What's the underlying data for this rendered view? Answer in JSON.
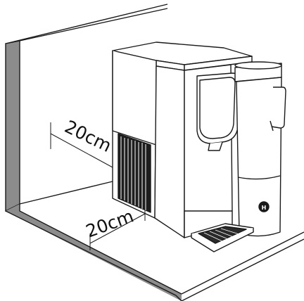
{
  "dimensions": {
    "side_clearance": "20cm",
    "back_clearance": "20cm"
  },
  "colors": {
    "ink": "#1a1a1a",
    "wall": "#8c8c8c",
    "floor": "#ffffff",
    "vent": "#1e1e1e",
    "button": "#1a1a1a"
  },
  "icons": {
    "button_glyph": "H"
  }
}
